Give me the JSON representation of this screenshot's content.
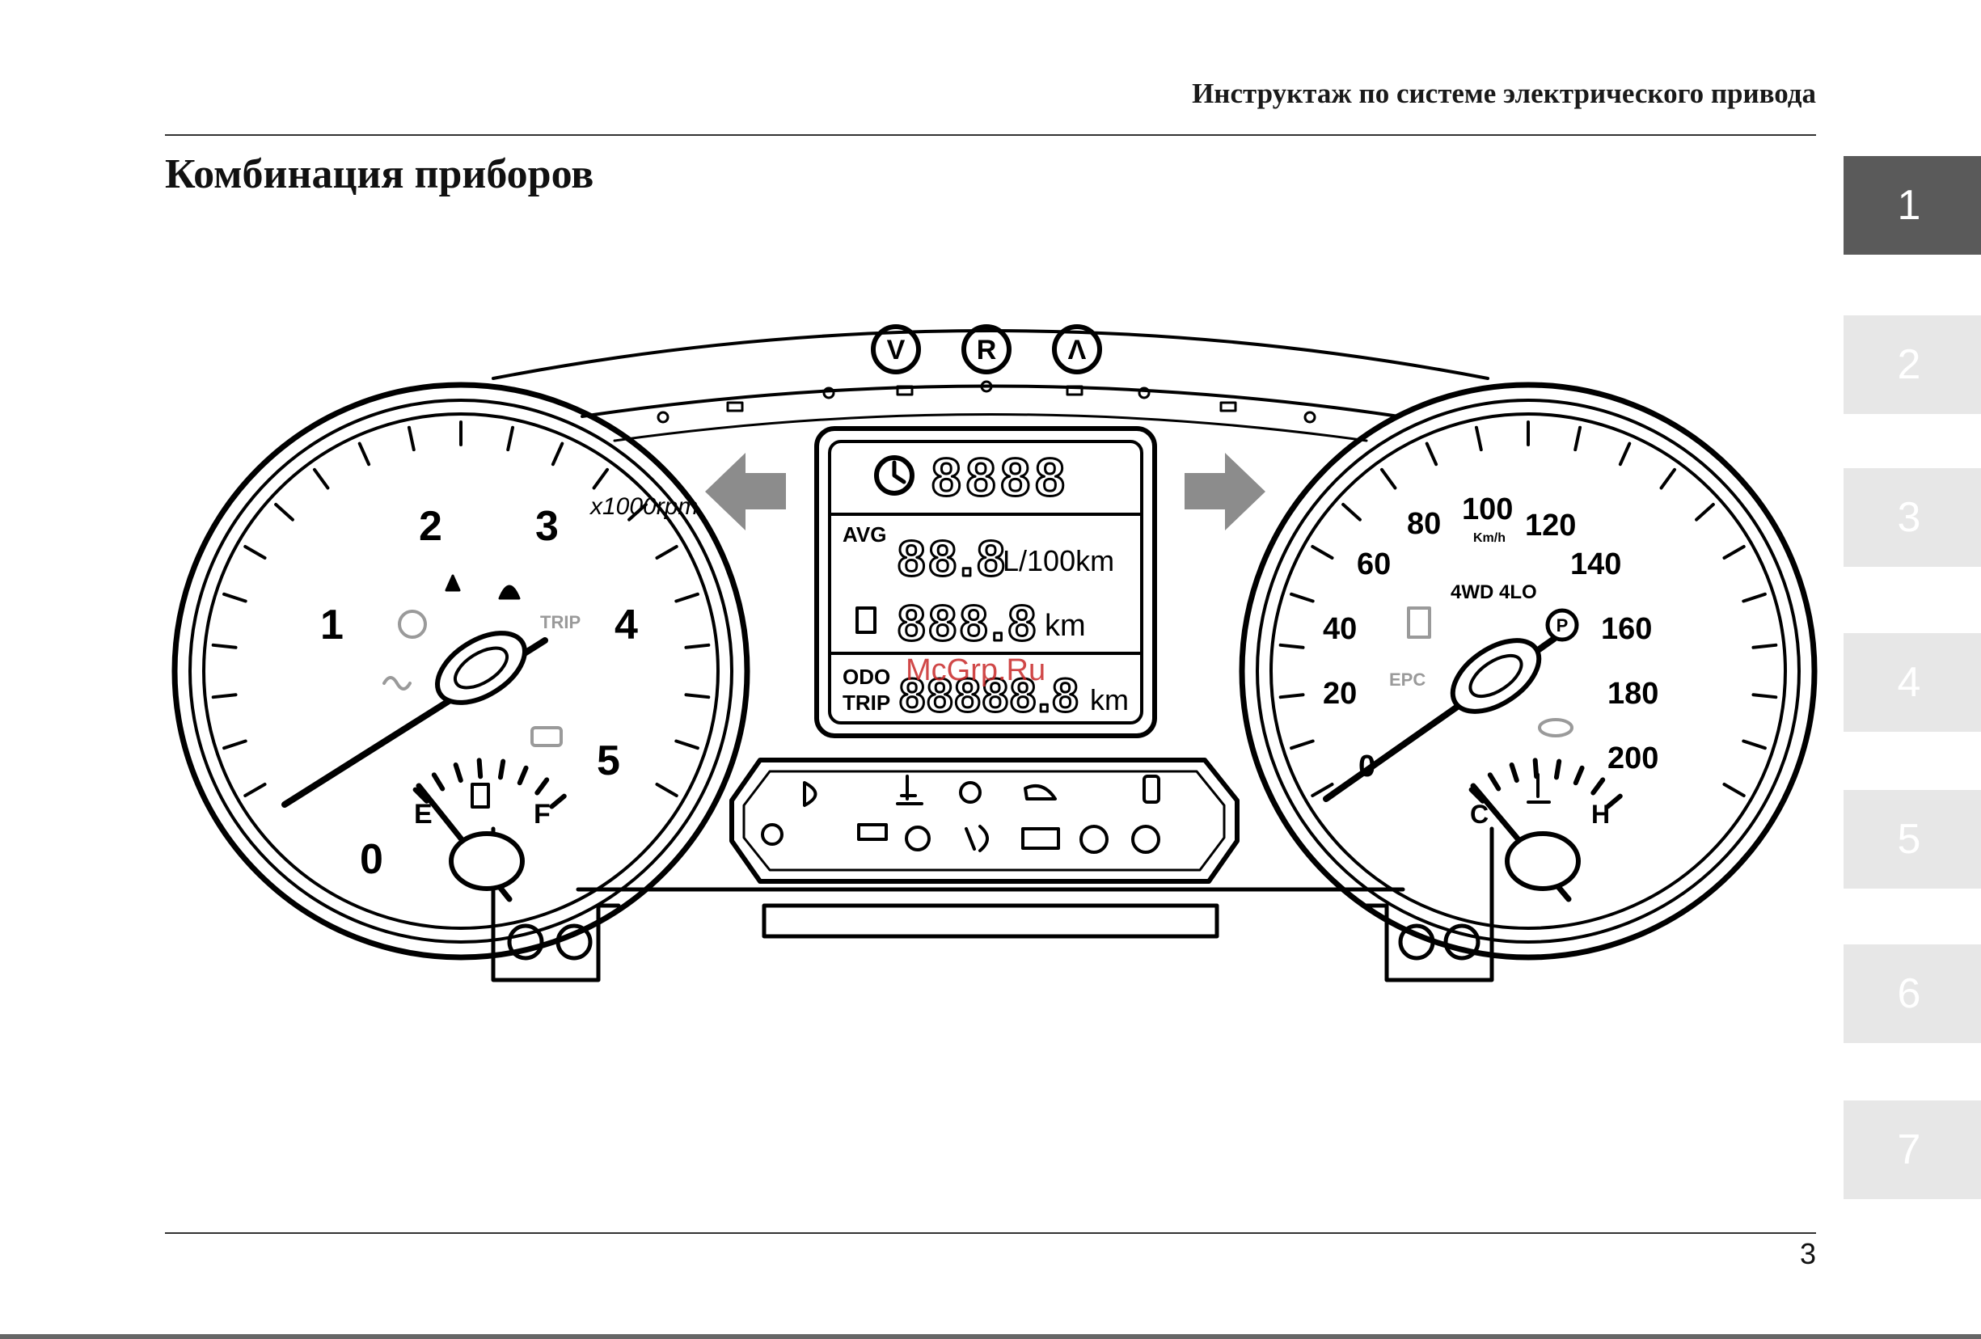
{
  "header": {
    "running_title": "Инструктаж по системе электрического привода"
  },
  "section": {
    "title": "Комбинация приборов"
  },
  "page_number": "3",
  "chapter_tabs": [
    {
      "label": "1",
      "active": true
    },
    {
      "label": "2",
      "active": false
    },
    {
      "label": "3",
      "active": false
    },
    {
      "label": "4",
      "active": false
    },
    {
      "label": "5",
      "active": false
    },
    {
      "label": "6",
      "active": false
    },
    {
      "label": "7",
      "active": false
    }
  ],
  "cluster": {
    "top_buttons": [
      "V",
      "R",
      "Λ"
    ],
    "tachometer": {
      "scale_labels": [
        "0",
        "1",
        "2",
        "3",
        "4",
        "5"
      ],
      "unit": "x1000rpm",
      "trip_label": "TRIP",
      "fuel_empty": "E",
      "fuel_full": "F"
    },
    "speedometer": {
      "scale_labels": [
        "0",
        "20",
        "40",
        "60",
        "80",
        "100",
        "120",
        "140",
        "160",
        "180",
        "200"
      ],
      "unit": "Km/h",
      "mode_label": "4WD 4LO",
      "epc_label": "EPC",
      "park_label": "P",
      "temp_cold": "C",
      "temp_hot": "H"
    },
    "display": {
      "clock_digits": "8888",
      "avg_label": "AVG",
      "consumption_digits": "88.8",
      "consumption_unit": "L/100km",
      "range_digits": "888.8",
      "range_unit": "km",
      "odo_label": "ODO",
      "trip_label": "TRIP",
      "odometer_digits": "88888.8",
      "odometer_unit": "km"
    },
    "watermark": "McGrp.Ru",
    "colors": {
      "line": "#000000",
      "arrow": "#8c8c8c",
      "warning_gray": "#9a9a9a"
    }
  }
}
